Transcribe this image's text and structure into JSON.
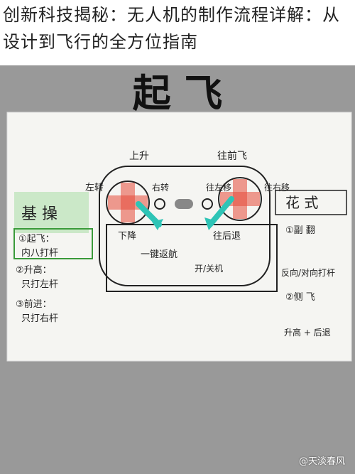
{
  "headline": {
    "line1": "创新科技揭秘：无人机的制作流程详解：从",
    "line2": "设计到飞行的全方位指南"
  },
  "photo": {
    "title": "起 飞",
    "top_labels": {
      "left": "上升",
      "right": "往前飞"
    },
    "controller_labels": {
      "left_turn": "左转",
      "right_turn": "右转",
      "down": "下降",
      "back": "往后退",
      "one_key_return": "一键返航",
      "start_stop": "开/关机",
      "left_move": "往左移",
      "right_move": "往右移"
    },
    "basic": {
      "title": "基 操",
      "item1": "①起飞：",
      "item1_sub": "内八打杆",
      "item2": "②升高：",
      "item2_sub": "只打左杆",
      "item3": "③前进：",
      "item3_sub": "只打右杆"
    },
    "fancy": {
      "title": "花 式",
      "item1": "①副 翻",
      "item1_sub": "反向/对向打杆",
      "item2": "②侧 飞",
      "item2_sub": "升高 + 后退"
    }
  },
  "watermark": "@天淡春风",
  "colors": {
    "photo_bg": "#9a9a9a",
    "paper": "#f5f5f2",
    "ink": "#222222",
    "highlight_green": "#7fd27a",
    "arrow_teal": "#2ec4b6",
    "box_green": "#3a9a3a",
    "stick_red": "#e64a3b"
  }
}
